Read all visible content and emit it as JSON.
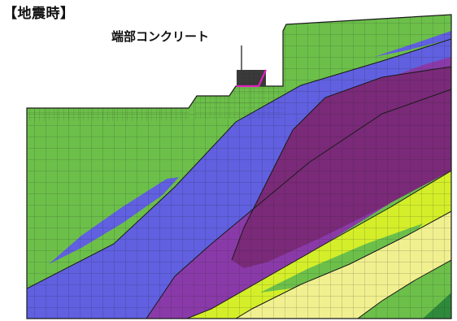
{
  "title": "【地震時】",
  "callout_label": "端部コンクリート",
  "materials": [
    {
      "name": "green-layer",
      "color": "#6cc04a"
    },
    {
      "name": "blue-layer",
      "color": "#6060e0"
    },
    {
      "name": "purple-layer",
      "color": "#8a3aa8"
    },
    {
      "name": "dark-purple-core",
      "color": "#7a2a78"
    },
    {
      "name": "yellow-green-layer",
      "color": "#d4ee2a"
    },
    {
      "name": "pale-yellow-layer",
      "color": "#f0f090"
    },
    {
      "name": "dark-green-layer",
      "color": "#2e8a3a"
    },
    {
      "name": "concrete-block",
      "color": "#3a3a3a"
    },
    {
      "name": "concrete-edge",
      "color": "#e020c0"
    }
  ]
}
